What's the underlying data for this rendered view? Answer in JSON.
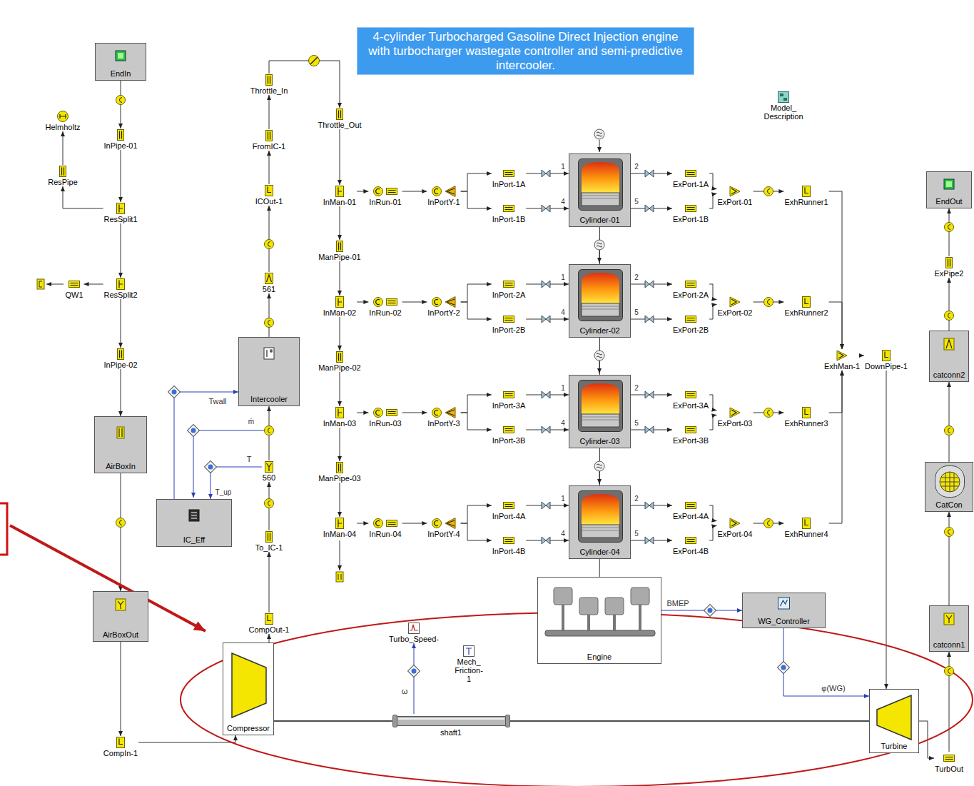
{
  "diagram": {
    "title": "4-cylinder Turbocharged Gasoline Direct Injection engine with turbocharger wastegate controller and semi-predictive intercooler.",
    "nodes": [
      {
        "text": [
          "EndIn"
        ]
      },
      {
        "text": [
          "Helmholtz"
        ]
      },
      {
        "text": [
          "InPipe-01"
        ]
      },
      {
        "text": [
          "ResPipe"
        ]
      },
      {
        "text": [
          "ResSplit1"
        ]
      },
      {
        "text": [
          "QW1"
        ]
      },
      {
        "text": [
          "ResSplit2"
        ]
      },
      {
        "text": [
          "InPipe-02"
        ]
      },
      {
        "text": [
          "AirBoxIn"
        ]
      },
      {
        "text": [
          "AirBoxOut"
        ]
      },
      {
        "text": [
          "CompIn-1"
        ]
      },
      {
        "text": [
          "Compressor"
        ]
      },
      {
        "text": [
          "CompOut-1"
        ]
      },
      {
        "text": [
          "To_IC-1"
        ]
      },
      {
        "text": [
          "560"
        ]
      },
      {
        "text": [
          "Intercooler"
        ]
      },
      {
        "text": [
          "IC_Eff"
        ]
      },
      {
        "text": [
          "561"
        ]
      },
      {
        "text": [
          "ICOut-1"
        ]
      },
      {
        "text": [
          "FromIC-1"
        ]
      },
      {
        "text": [
          "Throttle_In"
        ]
      },
      {
        "text": [
          "Throttle_Out"
        ]
      },
      {
        "text": [
          "Model_ Description"
        ]
      },
      {
        "text": [
          "InMan-01"
        ]
      },
      {
        "text": [
          "InRun-01"
        ]
      },
      {
        "text": [
          "InPortY-1"
        ]
      },
      {
        "text": [
          "InPort-1A"
        ]
      },
      {
        "text": [
          "InPort-1B"
        ]
      },
      {
        "text": [
          "Cylinder-01"
        ]
      },
      {
        "text": [
          "ExPort-1A"
        ]
      },
      {
        "text": [
          "ExPort-1B"
        ]
      },
      {
        "text": [
          "ExPort-01"
        ]
      },
      {
        "text": [
          "ExhRunner1"
        ]
      },
      {
        "text": [
          "InMan-02"
        ]
      },
      {
        "text": [
          "InRun-02"
        ]
      },
      {
        "text": [
          "InPortY-2"
        ]
      },
      {
        "text": [
          "InPort-2A"
        ]
      },
      {
        "text": [
          "InPort-2B"
        ]
      },
      {
        "text": [
          "Cylinder-02"
        ]
      },
      {
        "text": [
          "ExPort-2A"
        ]
      },
      {
        "text": [
          "ExPort-2B"
        ]
      },
      {
        "text": [
          "ExPort-02"
        ]
      },
      {
        "text": [
          "ExhRunner2"
        ]
      },
      {
        "text": [
          "InMan-03"
        ]
      },
      {
        "text": [
          "InRun-03"
        ]
      },
      {
        "text": [
          "InPortY-3"
        ]
      },
      {
        "text": [
          "InPort-3A"
        ]
      },
      {
        "text": [
          "InPort-3B"
        ]
      },
      {
        "text": [
          "Cylinder-03"
        ]
      },
      {
        "text": [
          "ExPort-3A"
        ]
      },
      {
        "text": [
          "ExPort-3B"
        ]
      },
      {
        "text": [
          "ExPort-03"
        ]
      },
      {
        "text": [
          "ExhRunner3"
        ]
      },
      {
        "text": [
          "InMan-04"
        ]
      },
      {
        "text": [
          "InRun-04"
        ]
      },
      {
        "text": [
          "InPortY-4"
        ]
      },
      {
        "text": [
          "InPort-4A"
        ]
      },
      {
        "text": [
          "InPort-4B"
        ]
      },
      {
        "text": [
          "Cylinder-04"
        ]
      },
      {
        "text": [
          "ExPort-4A"
        ]
      },
      {
        "text": [
          "ExPort-4B"
        ]
      },
      {
        "text": [
          "ExPort-04"
        ]
      },
      {
        "text": [
          "ExhRunner4"
        ]
      },
      {
        "text": [
          "ManPipe-01"
        ]
      },
      {
        "text": [
          "ManPipe-02"
        ]
      },
      {
        "text": [
          "ManPipe-03"
        ]
      },
      {
        "text": [
          "ExhMan-1"
        ]
      },
      {
        "text": [
          "DownPipe-1"
        ]
      },
      {
        "text": [
          "EndOut"
        ]
      },
      {
        "text": [
          "ExPipe2"
        ]
      },
      {
        "text": [
          "catconn2"
        ]
      },
      {
        "text": [
          "CatCon"
        ]
      },
      {
        "text": [
          "catconn1"
        ]
      },
      {
        "text": [
          "Turbine"
        ]
      },
      {
        "text": [
          "TurbOut"
        ]
      },
      {
        "text": [
          "Engine"
        ]
      },
      {
        "text": [
          "WG_Controller"
        ]
      },
      {
        "text": [
          "shaft1"
        ]
      },
      {
        "text": [
          "Turbo_Speed-"
        ]
      },
      {
        "text": [
          "Mech_ Friction-1"
        ]
      }
    ],
    "edges": [
      {
        "from": 0,
        "to": 2,
        "arrow": "to"
      },
      {
        "from": 2,
        "to": 4,
        "arrow": "to"
      },
      {
        "from": 4,
        "to": 3,
        "arrow": "to"
      },
      {
        "from": 3,
        "to": 1,
        "arrow": "to"
      },
      {
        "from": 4,
        "to": 6,
        "arrow": "to"
      },
      {
        "from": 6,
        "to": 5,
        "arrow": "to"
      },
      {
        "from": 6,
        "to": 7,
        "arrow": "to"
      },
      {
        "from": 7,
        "to": 8,
        "arrow": "to"
      },
      {
        "from": 8,
        "to": 9,
        "arrow": "to"
      },
      {
        "from": 9,
        "to": 10,
        "arrow": "to"
      },
      {
        "from": 10,
        "to": 11,
        "arrow": "to"
      },
      {
        "from": 11,
        "to": 12,
        "arrow": "to"
      },
      {
        "from": 12,
        "to": 13,
        "arrow": "to"
      },
      {
        "from": 13,
        "to": 14,
        "arrow": "to"
      },
      {
        "from": 14,
        "to": 15,
        "arrow": "to"
      },
      {
        "from": 15,
        "to": 17,
        "arrow": "to"
      },
      {
        "from": 17,
        "to": 18,
        "arrow": "to"
      },
      {
        "from": 18,
        "to": 19,
        "arrow": "to"
      },
      {
        "from": 19,
        "to": 20,
        "arrow": "to"
      },
      {
        "from": 20,
        "to": 21,
        "arrow": "to"
      },
      {
        "from": 21,
        "to": 23,
        "arrow": "to"
      },
      {
        "from": 16,
        "to": 15,
        "label": "Twall",
        "arrow": "to"
      },
      {
        "from": 14,
        "to": 16,
        "label": "T",
        "arrow": "to"
      },
      {
        "from": 23,
        "to": 63,
        "arrow": "to"
      },
      {
        "from": 63,
        "to": 33,
        "arrow": "to"
      },
      {
        "from": 33,
        "to": 64,
        "arrow": "to"
      },
      {
        "from": 64,
        "to": 43,
        "arrow": "to"
      },
      {
        "from": 43,
        "to": 65,
        "arrow": "to"
      },
      {
        "from": 65,
        "to": 53,
        "arrow": "to"
      },
      {
        "from": 23,
        "to": 24,
        "arrow": "to"
      },
      {
        "from": 24,
        "to": 25,
        "arrow": "to"
      },
      {
        "from": 25,
        "to": 26,
        "arrow": "to"
      },
      {
        "from": 25,
        "to": 27,
        "arrow": "to"
      },
      {
        "from": 26,
        "to": 28,
        "arrow": "to"
      },
      {
        "from": 27,
        "to": 28,
        "arrow": "to"
      },
      {
        "from": 28,
        "to": 29,
        "arrow": "to"
      },
      {
        "from": 28,
        "to": 30,
        "arrow": "to"
      },
      {
        "from": 29,
        "to": 31,
        "arrow": "to"
      },
      {
        "from": 30,
        "to": 31,
        "arrow": "to"
      },
      {
        "from": 31,
        "to": 32,
        "arrow": "to"
      },
      {
        "from": 32,
        "to": 66,
        "arrow": "to"
      },
      {
        "from": 33,
        "to": 34,
        "arrow": "to"
      },
      {
        "from": 34,
        "to": 35,
        "arrow": "to"
      },
      {
        "from": 35,
        "to": 36,
        "arrow": "to"
      },
      {
        "from": 35,
        "to": 37,
        "arrow": "to"
      },
      {
        "from": 36,
        "to": 38,
        "arrow": "to"
      },
      {
        "from": 37,
        "to": 38,
        "arrow": "to"
      },
      {
        "from": 38,
        "to": 39,
        "arrow": "to"
      },
      {
        "from": 38,
        "to": 40,
        "arrow": "to"
      },
      {
        "from": 39,
        "to": 41,
        "arrow": "to"
      },
      {
        "from": 40,
        "to": 41,
        "arrow": "to"
      },
      {
        "from": 41,
        "to": 42,
        "arrow": "to"
      },
      {
        "from": 42,
        "to": 66,
        "arrow": "to"
      },
      {
        "from": 43,
        "to": 44,
        "arrow": "to"
      },
      {
        "from": 44,
        "to": 45,
        "arrow": "to"
      },
      {
        "from": 45,
        "to": 46,
        "arrow": "to"
      },
      {
        "from": 45,
        "to": 47,
        "arrow": "to"
      },
      {
        "from": 46,
        "to": 48,
        "arrow": "to"
      },
      {
        "from": 47,
        "to": 48,
        "arrow": "to"
      },
      {
        "from": 48,
        "to": 49,
        "arrow": "to"
      },
      {
        "from": 48,
        "to": 50,
        "arrow": "to"
      },
      {
        "from": 49,
        "to": 51,
        "arrow": "to"
      },
      {
        "from": 50,
        "to": 51,
        "arrow": "to"
      },
      {
        "from": 51,
        "to": 52,
        "arrow": "to"
      },
      {
        "from": 52,
        "to": 66,
        "arrow": "to"
      },
      {
        "from": 53,
        "to": 54,
        "arrow": "to"
      },
      {
        "from": 54,
        "to": 55,
        "arrow": "to"
      },
      {
        "from": 55,
        "to": 56,
        "arrow": "to"
      },
      {
        "from": 55,
        "to": 57,
        "arrow": "to"
      },
      {
        "from": 56,
        "to": 58,
        "arrow": "to"
      },
      {
        "from": 57,
        "to": 58,
        "arrow": "to"
      },
      {
        "from": 58,
        "to": 59,
        "arrow": "to"
      },
      {
        "from": 58,
        "to": 60,
        "arrow": "to"
      },
      {
        "from": 59,
        "to": 61,
        "arrow": "to"
      },
      {
        "from": 60,
        "to": 61,
        "arrow": "to"
      },
      {
        "from": 61,
        "to": 62,
        "arrow": "to"
      },
      {
        "from": 62,
        "to": 66,
        "arrow": "to"
      },
      {
        "from": 28,
        "to": 38,
        "arrow": "none"
      },
      {
        "from": 38,
        "to": 48,
        "arrow": "none"
      },
      {
        "from": 48,
        "to": 58,
        "arrow": "none"
      },
      {
        "from": 58,
        "to": 75,
        "arrow": "none"
      },
      {
        "from": 66,
        "to": 67,
        "arrow": "to"
      },
      {
        "from": 67,
        "to": 73,
        "arrow": "to"
      },
      {
        "from": 73,
        "to": 74,
        "arrow": "to"
      },
      {
        "from": 74,
        "to": 72,
        "arrow": "to"
      },
      {
        "from": 72,
        "to": 71,
        "arrow": "to"
      },
      {
        "from": 71,
        "to": 70,
        "arrow": "to"
      },
      {
        "from": 70,
        "to": 69,
        "arrow": "to"
      },
      {
        "from": 69,
        "to": 68,
        "arrow": "to"
      },
      {
        "from": 75,
        "to": 76,
        "label": "BMEP",
        "arrow": "to"
      },
      {
        "from": 76,
        "to": 73,
        "label": "φ(WG)",
        "arrow": "to"
      },
      {
        "from": 11,
        "to": 77,
        "arrow": "none"
      },
      {
        "from": 77,
        "to": 73,
        "arrow": "none"
      },
      {
        "from": 77,
        "to": 78,
        "label": "ω",
        "arrow": "to"
      }
    ],
    "labels": [
      "ṁ",
      "T_up",
      "1",
      "2",
      "4",
      "5",
      "1",
      "2",
      "4",
      "5",
      "1",
      "2",
      "4",
      "5",
      "1",
      "2",
      "4",
      "5"
    ]
  }
}
